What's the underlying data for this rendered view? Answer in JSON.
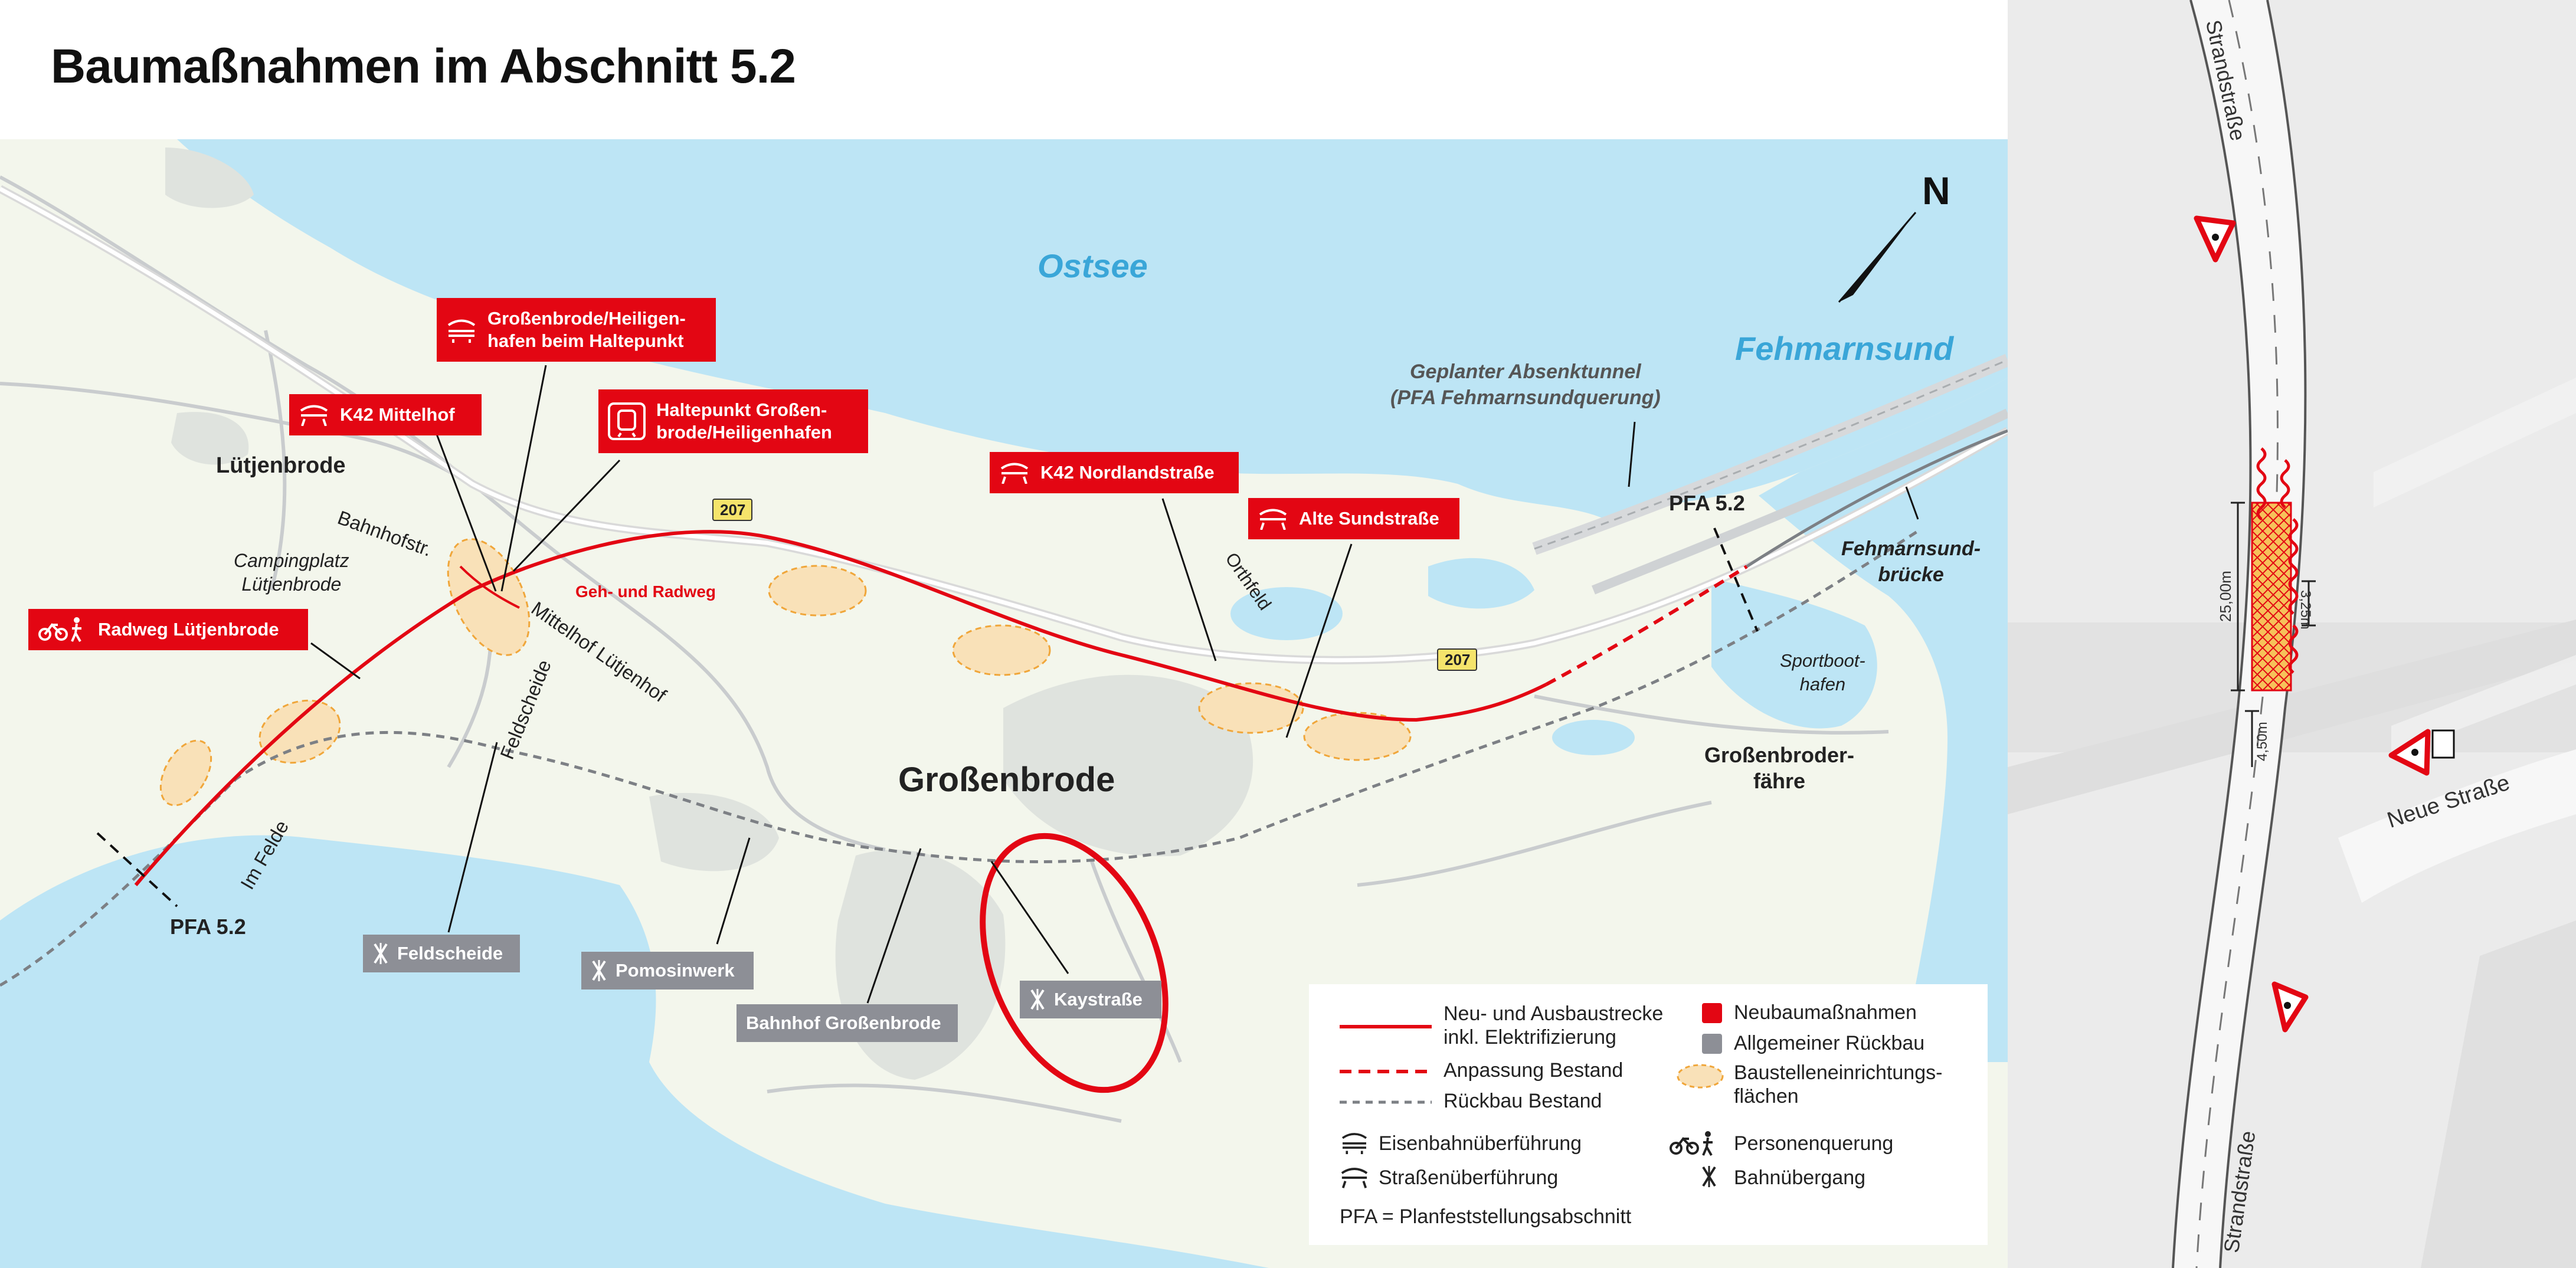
{
  "title": "Baumaßnahmen im Abschnitt 5.2",
  "colors": {
    "water": "#bde5f5",
    "land": "#f3f6ec",
    "new_track": "#e30613",
    "label_red": "#e30613",
    "label_grey": "#8d8f96",
    "site_area": "#f6d9a8",
    "site_area_border": "#f0a63a",
    "water_text": "#3aa6d8"
  },
  "map": {
    "water_labels": {
      "ostsee": "Ostsee",
      "fehmarnsund": "Fehmarnsund"
    },
    "north_arrow": "N",
    "places": {
      "luetjenbrode": "Lütjenbrode",
      "grossenbrode": "Großenbrode",
      "grossenbroder_faehre": "Großenbroder-\nfähre",
      "campingplatz": "Campingplatz\nLütjenbrode",
      "sportboothafen": "Sportboot-\nhafen",
      "fehmarnsundbruecke": "Fehmarnsund-\nbrücke",
      "absenktunnel": "Geplanter Absenktunnel\n(PFA Fehmarnsundquerung)"
    },
    "streets": {
      "bahnhofstr": "Bahnhofstr.",
      "mittelhof_luetjenhof": "Mittelhof  Lütjenhof",
      "feldscheide": "Feldscheide",
      "im_felde": "Im Felde",
      "orthfeld": "Orthfeld"
    },
    "road_shields": [
      "207",
      "207"
    ],
    "pfa_labels": [
      "PFA 5.2",
      "PFA 5.2"
    ],
    "geh_radweg": "Geh- und Radweg",
    "red_labels": [
      {
        "id": "gb-heiligenhafen",
        "text": "Großenbrode/Heiligen-\nhafen beim Haltepunkt",
        "icon": "railway-overpass-icon"
      },
      {
        "id": "k42-mittelhof",
        "text": "K42 Mittelhof",
        "icon": "road-overpass-icon"
      },
      {
        "id": "haltepunkt",
        "text": "Haltepunkt Großen-\nbrode/Heiligenhafen",
        "icon": "train-station-icon"
      },
      {
        "id": "radweg",
        "text": "Radweg Lütjenbrode",
        "icon": "pedestrian-crossing-icon"
      },
      {
        "id": "k42-nordland",
        "text": "K42 Nordlandstraße",
        "icon": "road-overpass-icon"
      },
      {
        "id": "alte-sundstrasse",
        "text": "Alte Sundstraße",
        "icon": "road-overpass-icon"
      }
    ],
    "grey_labels": [
      {
        "id": "feldscheide",
        "text": "Feldscheide",
        "icon": "level-crossing-icon"
      },
      {
        "id": "pomosinwerk",
        "text": "Pomosinwerk",
        "icon": "level-crossing-icon"
      },
      {
        "id": "bahnhof",
        "text": "Bahnhof Großenbrode",
        "icon": ""
      },
      {
        "id": "kaystrasse",
        "text": "Kaystraße",
        "icon": "level-crossing-icon"
      }
    ]
  },
  "legend": {
    "new_track": "Neu- und Ausbaustrecke\ninkl. Elektrifizierung",
    "adaptation": "Anpassung Bestand",
    "removal": "Rückbau Bestand",
    "new_construction": "Neubaumaßnahmen",
    "general_removal": "Allgemeiner Rückbau",
    "site_areas": "Baustelleneinrichtungs-\nflächen",
    "railway_overpass": "Eisenbahnüberführung",
    "road_overpass": "Straßenüberführung",
    "person_crossing": "Personenquerung",
    "level_crossing": "Bahnübergang",
    "pfa_note": "PFA = Planfeststellungsabschnitt"
  },
  "detail": {
    "street_top": "Strandstraße",
    "street_bottom": "Strandstraße",
    "neue_strasse": "Neue Straße",
    "dim_25": "25,00m",
    "dim_325": "3,25m",
    "dim_450": "4,50m"
  }
}
